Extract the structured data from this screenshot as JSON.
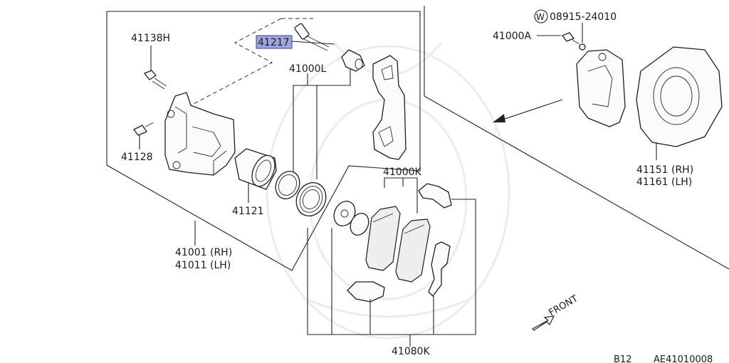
{
  "labels": {
    "bolt_41138h": "41138H",
    "pin_41217": "41217",
    "kit_41000l": "41000L",
    "bleeder_41128": "41128",
    "piston_41121": "41121",
    "caliper_rh": "41001 (RH)",
    "caliper_lh": "41011 (LH)",
    "pads_41000k": "41000K",
    "hardware_41080k": "41080K",
    "washer_w": "W",
    "washer_part": "08915-24010",
    "assembly_41000a": "41000A",
    "plate_rh": "41151 (RH)",
    "plate_lh": "41161 (LH)",
    "front": "FRONT",
    "page_code": "B12",
    "diagram_code": "AE41010008"
  },
  "colors": {
    "highlight_fill": "#9fa6df",
    "highlight_border": "#3a3f9e",
    "line": "#222222"
  }
}
